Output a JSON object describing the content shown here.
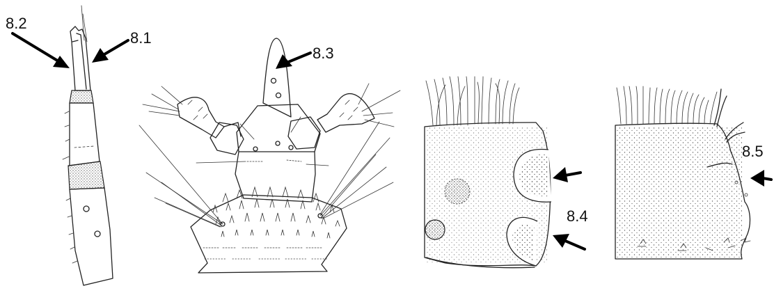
{
  "labels": {
    "l82": "8.2",
    "l81": "8.1",
    "l83": "8.3",
    "l84": "8.4",
    "l85": "8.5"
  },
  "colors": {
    "ink": "#222222",
    "background": "#ffffff",
    "arrow": "#000000"
  }
}
